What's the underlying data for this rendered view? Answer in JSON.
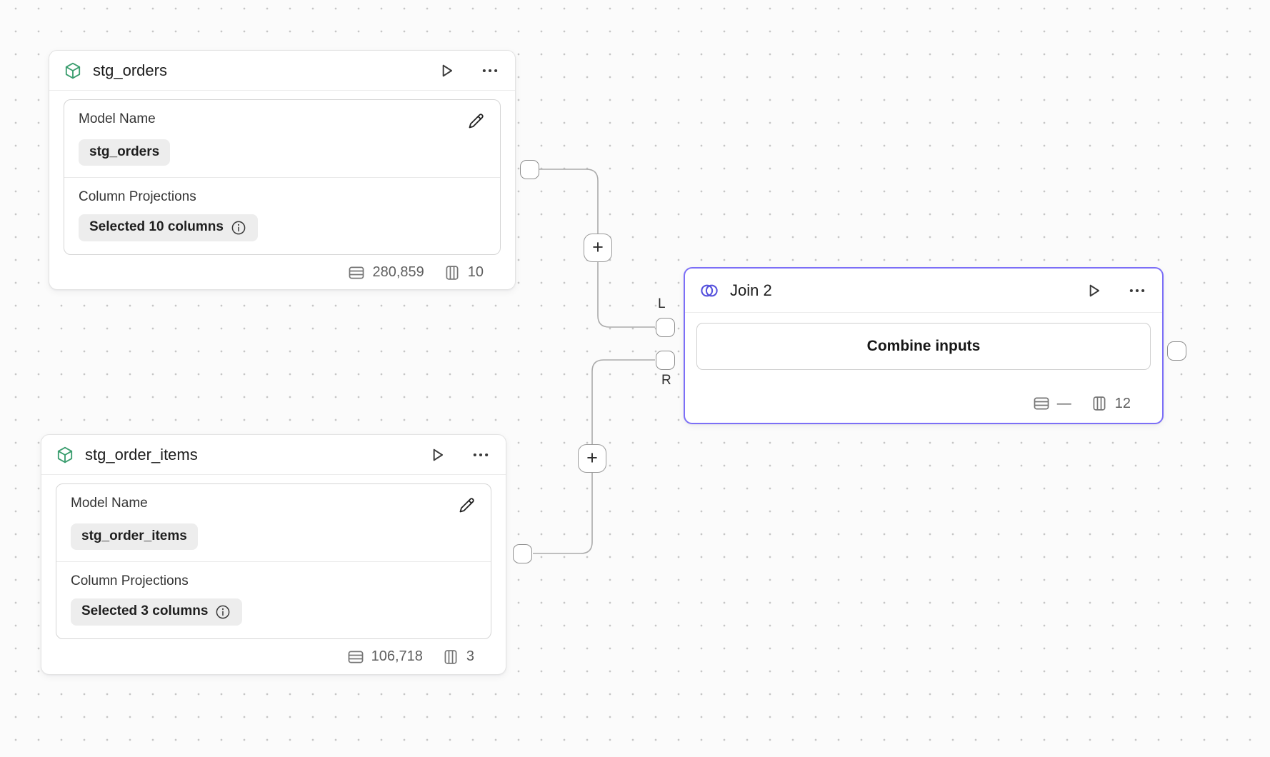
{
  "canvas": {
    "background": "#fbfbfb",
    "dot_color": "#c6c6c6"
  },
  "colors": {
    "model_icon_green": "#3a9d6e",
    "join_accent": "#7c6ff7",
    "join_icon_indigo": "#5652dd",
    "wire_gray": "#ababab",
    "badge_background": "#ededed"
  },
  "nodes": {
    "stg_orders": {
      "title": "stg_orders",
      "model_name_label": "Model Name",
      "model_name_value": "stg_orders",
      "column_projections_label": "Column Projections",
      "column_projections_value": "Selected 10 columns",
      "stats": {
        "rows": "280,859",
        "columns": "10"
      }
    },
    "stg_order_items": {
      "title": "stg_order_items",
      "model_name_label": "Model Name",
      "model_name_value": "stg_order_items",
      "column_projections_label": "Column Projections",
      "column_projections_value": "Selected 3 columns",
      "stats": {
        "rows": "106,718",
        "columns": "3"
      }
    },
    "join": {
      "title": "Join 2",
      "combine_button_label": "Combine inputs",
      "stats": {
        "rows": "—",
        "columns": "12"
      }
    }
  },
  "connectors": {
    "left_input_label": "L",
    "right_input_label": "R",
    "add_step_label": "+"
  }
}
